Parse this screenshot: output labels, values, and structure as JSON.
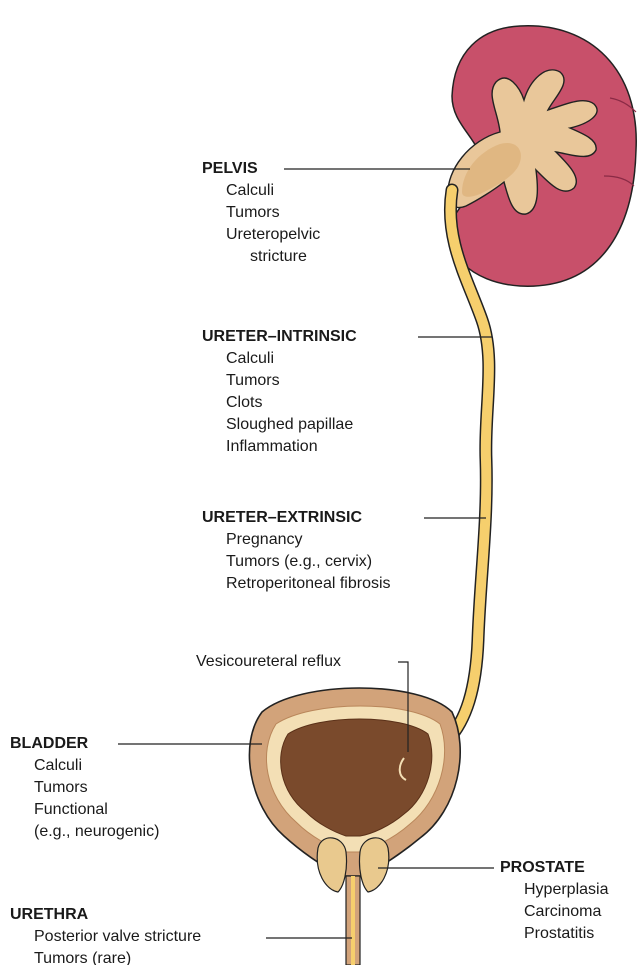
{
  "labels": {
    "pelvis": {
      "title": "PELVIS",
      "items": [
        "Calculi",
        "Tumors",
        "Ureteropelvic",
        "stricture"
      ]
    },
    "ureter_intrinsic": {
      "title": "URETER–INTRINSIC",
      "items": [
        "Calculi",
        "Tumors",
        "Clots",
        "Sloughed papillae",
        "Inflammation"
      ]
    },
    "ureter_extrinsic": {
      "title": "URETER–EXTRINSIC",
      "items": [
        "Pregnancy",
        "Tumors (e.g., cervix)",
        "Retroperitoneal fibrosis"
      ]
    },
    "vesicoureteral": {
      "title": "Vesicoureteral reflux"
    },
    "bladder": {
      "title": "BLADDER",
      "items": [
        "Calculi",
        "Tumors",
        "Functional",
        "(e.g., neurogenic)"
      ]
    },
    "prostate": {
      "title": "PROSTATE",
      "items": [
        "Hyperplasia",
        "Carcinoma",
        "Prostatitis"
      ]
    },
    "urethra": {
      "title": "URETHRA",
      "items": [
        "Posterior valve stricture",
        "Tumors (rare)"
      ]
    }
  },
  "colors": {
    "kidney_cortex": "#c8506a",
    "kidney_dark": "#8a2a45",
    "renal_pelvis": "#e9c79a",
    "ureter": "#f6cf6d",
    "bladder_wall": "#d2a37a",
    "bladder_lining": "#f3dfb5",
    "bladder_lumen": "#7a4a2c",
    "prostate": "#e9c98e",
    "leader_line": "#222222"
  }
}
